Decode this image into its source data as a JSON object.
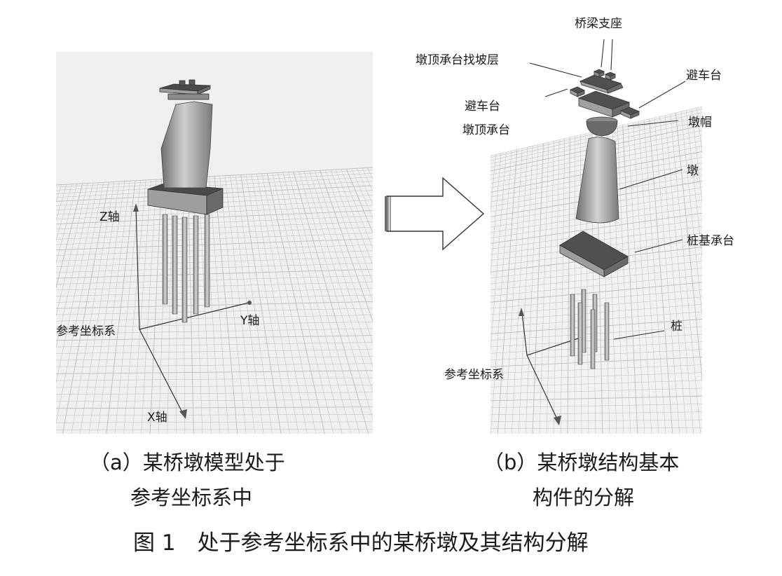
{
  "panel_a": {
    "labels": {
      "z_axis": "Z轴",
      "y_axis": "Y轴",
      "x_axis": "X轴",
      "reference_system": "参考坐标系"
    },
    "caption_line1": "（a）某桥墩模型处于",
    "caption_line2": "参考坐标系中"
  },
  "panel_b": {
    "labels": {
      "bearing": "桥梁支座",
      "leveling_layer": "墩顶承台找坡层",
      "stopper_right": "避车台",
      "stopper_left": "避车台",
      "top_cap": "墩顶承台",
      "pier_cap": "墩帽",
      "pier": "墩",
      "pile_cap": "桩基承台",
      "pile": "桩",
      "reference_system": "参考坐标系"
    },
    "caption_line1": "（b）某桥墩结构基本",
    "caption_line2": "构件的分解"
  },
  "figure_caption": "图 1　处于参考坐标系中的某桥墩及其结构分解",
  "colors": {
    "grid_line": "#bdbdbd",
    "model_light": "#b8b8b8",
    "model_dark": "#5a5a5a",
    "arrow_stroke": "#333333"
  }
}
